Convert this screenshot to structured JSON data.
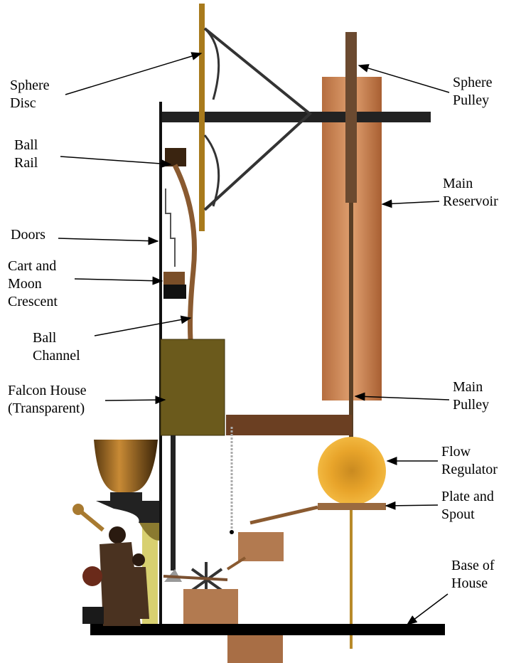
{
  "labels": {
    "sphere_disc": [
      "Sphere",
      "Disc"
    ],
    "ball_rail": [
      "Ball",
      "Rail"
    ],
    "doors": [
      "Doors"
    ],
    "cart_moon": [
      "Cart and",
      "Moon",
      "Crescent"
    ],
    "ball_channel": [
      "Ball",
      "Channel"
    ],
    "falcon_house": [
      "Falcon House",
      "(Transparent)"
    ],
    "sphere_pulley": [
      "Sphere",
      "Pulley"
    ],
    "main_reservoir": [
      "Main",
      "Reservoir"
    ],
    "main_pulley": [
      "Main",
      "Pulley"
    ],
    "flow_regulator": [
      "Flow",
      "Regulator"
    ],
    "plate_spout": [
      "Plate and",
      "Spout"
    ],
    "base_house": [
      "Base of",
      "House"
    ]
  },
  "colors": {
    "copper": "#c98650",
    "gold": "#e8a42a",
    "dark": "#1a1a1a",
    "olive": "#6b5a1c"
  }
}
